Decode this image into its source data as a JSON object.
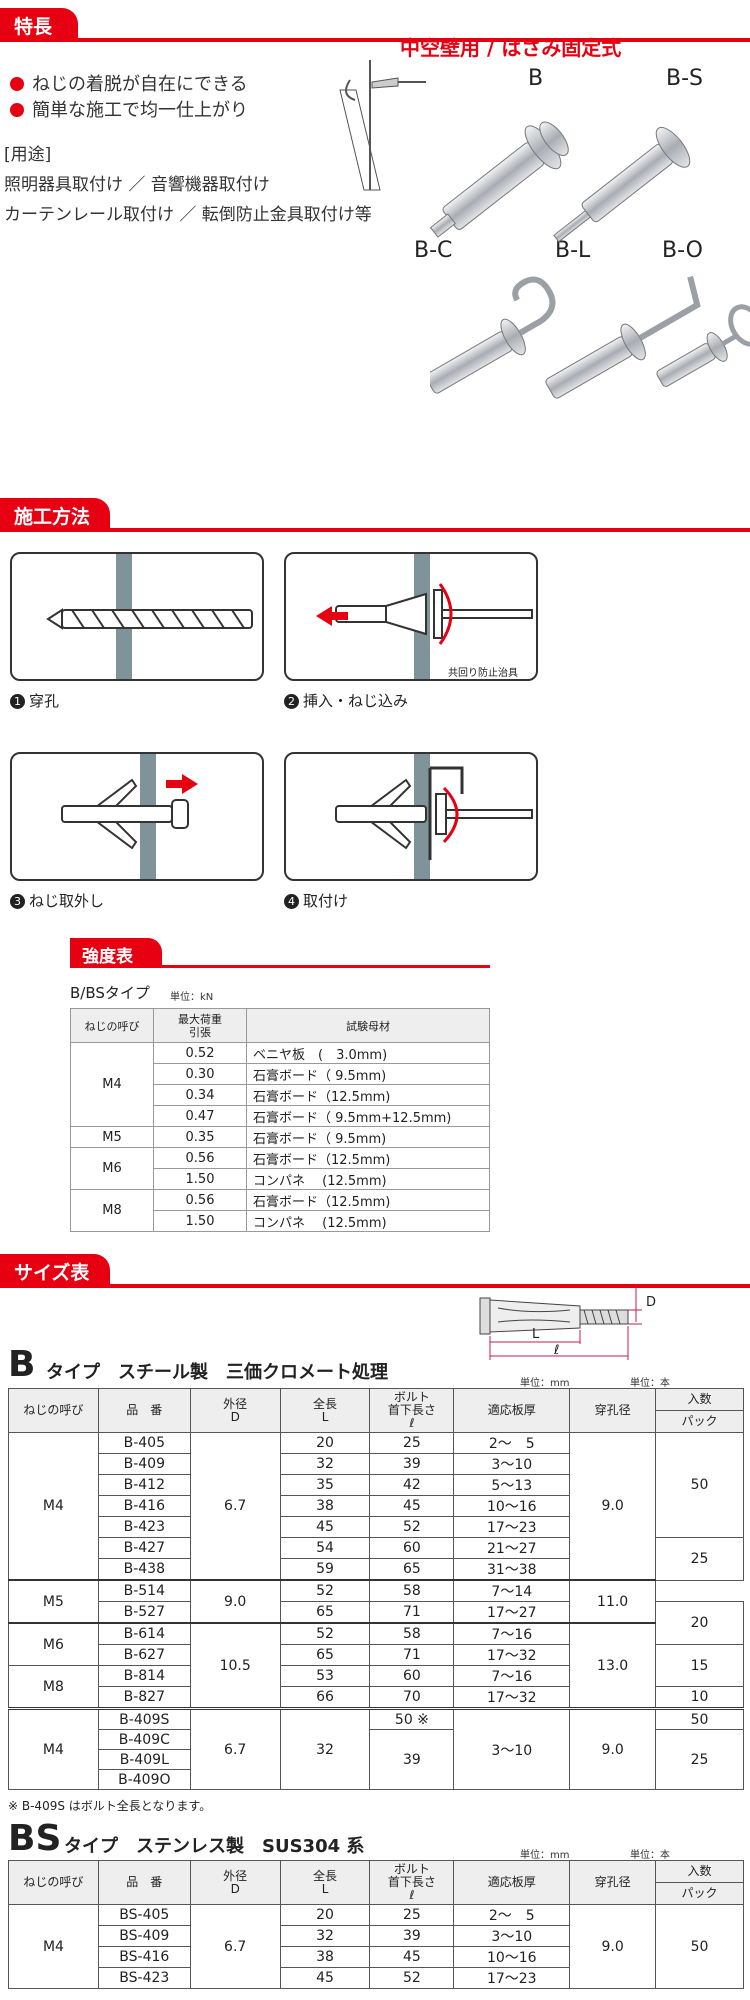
{
  "features": {
    "section_label": "特長",
    "title": "中空壁用 / はさみ固定式",
    "bullets": [
      "ねじの着脱が自在にできる",
      "簡単な施工で均一仕上がり"
    ],
    "usage_header": "[用途]",
    "usage_lines": [
      "照明器具取付け ／ 音響機器取付け",
      "カーテンレール取付け ／ 転倒防止金具取付け等"
    ],
    "products": [
      "B",
      "B-S",
      "B-C",
      "B-L",
      "B-O"
    ]
  },
  "method": {
    "section_label": "施工方法",
    "tool_label": "共回り防止治具",
    "steps": [
      {
        "num": "1",
        "label": "穿孔"
      },
      {
        "num": "2",
        "label": "挿入・ねじ込み"
      },
      {
        "num": "3",
        "label": "ねじ取外し"
      },
      {
        "num": "4",
        "label": "取付け"
      }
    ]
  },
  "strength": {
    "section_label": "強度表",
    "type_label": "B/BSタイプ",
    "unit": "単位：kN",
    "headers": {
      "screw": "ねじの呼び",
      "load": "最大荷重",
      "load_sub": "引張",
      "material": "試験母材"
    },
    "rows": [
      {
        "screw": "M4",
        "span": 4,
        "load": "0.52",
        "material": "ベニヤ板　(　3.0mm)"
      },
      {
        "screw": "",
        "span": 0,
        "load": "0.30",
        "material": "石膏ボード（ 9.5mm)"
      },
      {
        "screw": "",
        "span": 0,
        "load": "0.34",
        "material": "石膏ボード（12.5mm)"
      },
      {
        "screw": "",
        "span": 0,
        "load": "0.47",
        "material": "石膏ボード（ 9.5mm+12.5mm)"
      },
      {
        "screw": "M5",
        "span": 1,
        "load": "0.35",
        "material": "石膏ボード（ 9.5mm)"
      },
      {
        "screw": "M6",
        "span": 2,
        "load": "0.56",
        "material": "石膏ボード（12.5mm)"
      },
      {
        "screw": "",
        "span": 0,
        "load": "1.50",
        "material": "コンパネ　 (12.5mm)"
      },
      {
        "screw": "M8",
        "span": 2,
        "load": "0.56",
        "material": "石膏ボード（12.5mm)"
      },
      {
        "screw": "",
        "span": 0,
        "load": "1.50",
        "material": "コンパネ　 (12.5mm)"
      }
    ]
  },
  "size": {
    "section_label": "サイズ表",
    "diagram_labels": {
      "d": "D",
      "l": "L",
      "ell": "ℓ"
    },
    "unit_mm": "単位：mm",
    "unit_pcs": "単位：本",
    "headers": {
      "screw": "ねじの呼び",
      "part": "品　番",
      "od": "外径",
      "od_sub": "D",
      "len": "全長",
      "len_sub": "L",
      "bolt": "ボルト",
      "bolt_sub": "首下長さ",
      "bolt_sub2": "ℓ",
      "board": "適応板厚",
      "hole": "穿孔径",
      "qty": "入数",
      "pack": "パック"
    },
    "b_type": {
      "big": "B",
      "title": "タイプ　スチール製　三価クロメート処理",
      "note": "※ B-409S はボルト全長となります。"
    },
    "bs_type": {
      "big": "BS",
      "title": "タイプ　ステンレス製　SUS304 系"
    }
  },
  "b_rows": {
    "m4a": {
      "screw": "M4",
      "od": "6.7",
      "hole": "9.0",
      "qty1": "50",
      "qty2": "25",
      "parts": [
        "B-405",
        "B-409",
        "B-412",
        "B-416",
        "B-423",
        "B-427",
        "B-438"
      ],
      "L": [
        "20",
        "32",
        "35",
        "38",
        "45",
        "54",
        "59"
      ],
      "l": [
        "25",
        "39",
        "42",
        "45",
        "52",
        "60",
        "65"
      ],
      "board": [
        "2～　5",
        "3～10",
        "5～13",
        "10～16",
        "17～23",
        "21～27",
        "31～38"
      ]
    },
    "m5": {
      "screw": "M5",
      "od": "9.0",
      "hole": "11.0",
      "parts": [
        "B-514",
        "B-527"
      ],
      "L": [
        "52",
        "65"
      ],
      "l": [
        "58",
        "71"
      ],
      "board": [
        "7～14",
        "17～27"
      ]
    },
    "m6": {
      "screw": "M6",
      "parts": [
        "B-614",
        "B-627"
      ],
      "L": [
        "52",
        "65"
      ],
      "l": [
        "58",
        "71"
      ],
      "board": [
        "7～16",
        "17～32"
      ]
    },
    "m8": {
      "screw": "M8",
      "parts": [
        "B-814",
        "B-827"
      ],
      "L": [
        "53",
        "66"
      ],
      "l": [
        "60",
        "70"
      ],
      "board": [
        "7～16",
        "17～32"
      ]
    },
    "m6m8": {
      "od": "10.5",
      "hole": "13.0"
    },
    "qty_20": "20",
    "qty_15": "15",
    "qty_10": "10",
    "m4b": {
      "screw": "M4",
      "od": "6.7",
      "L": "32",
      "l1": "50 ※",
      "l2": "39",
      "board": "3～10",
      "hole": "9.0",
      "qty1": "50",
      "qty2": "25",
      "parts": [
        "B-409S",
        "B-409C",
        "B-409L",
        "B-409O"
      ]
    }
  },
  "bs_rows": {
    "screw": "M4",
    "od": "6.7",
    "hole": "9.0",
    "qty": "50",
    "parts": [
      "BS-405",
      "BS-409",
      "BS-416",
      "BS-423"
    ],
    "L": [
      "20",
      "32",
      "38",
      "45"
    ],
    "l": [
      "25",
      "39",
      "45",
      "52"
    ],
    "board": [
      "2～　5",
      "3～10",
      "10～16",
      "17～23"
    ]
  },
  "colors": {
    "accent": "#e60012",
    "steel": "#c9ccd1"
  }
}
